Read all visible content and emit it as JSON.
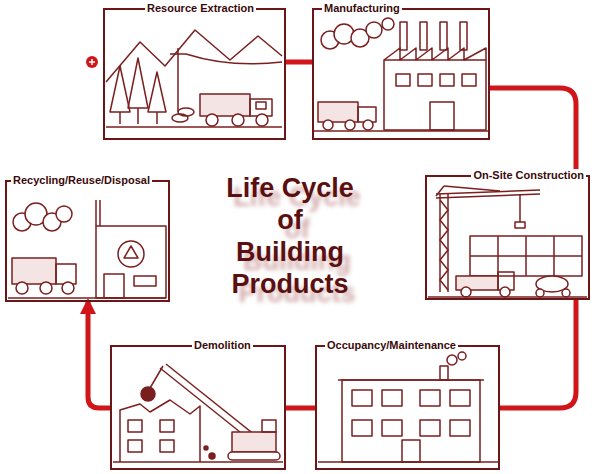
{
  "diagram": {
    "title": "Life Cycle of Building Products",
    "nodes": [
      {
        "text": [
          "Resource Extraction"
        ]
      },
      {
        "text": [
          "Manufacturing"
        ]
      },
      {
        "text": [
          "Recycling/Reuse/Disposal"
        ]
      },
      {
        "text": [
          "On-Site Construction"
        ]
      },
      {
        "text": [
          "Demolition"
        ]
      },
      {
        "text": [
          "Occupancy/Maintenance"
        ]
      }
    ],
    "edges": [
      {
        "from": 0,
        "to": 1,
        "arrow": "none"
      },
      {
        "from": 1,
        "to": 3,
        "arrow": "none"
      },
      {
        "from": 3,
        "to": 5,
        "arrow": "none"
      },
      {
        "from": 5,
        "to": 4,
        "arrow": "none"
      },
      {
        "from": 4,
        "to": 2,
        "arrow": "to"
      }
    ]
  }
}
